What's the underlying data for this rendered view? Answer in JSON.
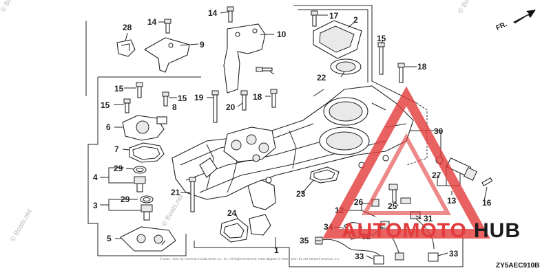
{
  "diagram": {
    "fr_label": "FR.",
    "diagram_code": "ZY5AEC910B",
    "copyright": "© 2004 - 2017 by American Honda Motor Co., Inc. All Rights Reserved. Parts diagram © 2004 - 2017 by ARI Network Services, Inc.",
    "watermarks": [
      "© Boats.net",
      "© Boats.net",
      "© Boats.net",
      "© Boats.net"
    ],
    "brand": {
      "part1": "AUTOMOTO",
      "part2": "HUB",
      "accent": "#e23b3b"
    },
    "callouts": [
      {
        "id": "c1",
        "label": "1"
      },
      {
        "id": "c2",
        "label": "2"
      },
      {
        "id": "c3",
        "label": "3"
      },
      {
        "id": "c4",
        "label": "4"
      },
      {
        "id": "c5",
        "label": "5"
      },
      {
        "id": "c6",
        "label": "6"
      },
      {
        "id": "c7",
        "label": "7"
      },
      {
        "id": "c8",
        "label": "8"
      },
      {
        "id": "c9",
        "label": "9"
      },
      {
        "id": "c10",
        "label": "10"
      },
      {
        "id": "c12",
        "label": "12"
      },
      {
        "id": "c13",
        "label": "13"
      },
      {
        "id": "c14a",
        "label": "14"
      },
      {
        "id": "c14b",
        "label": "14"
      },
      {
        "id": "c15a",
        "label": "15"
      },
      {
        "id": "c15b",
        "label": "15"
      },
      {
        "id": "c15c",
        "label": "15"
      },
      {
        "id": "c15d",
        "label": "15"
      },
      {
        "id": "c16",
        "label": "16"
      },
      {
        "id": "c17",
        "label": "17"
      },
      {
        "id": "c18a",
        "label": "18"
      },
      {
        "id": "c18b",
        "label": "18"
      },
      {
        "id": "c19",
        "label": "19"
      },
      {
        "id": "c20",
        "label": "20"
      },
      {
        "id": "c21",
        "label": "21"
      },
      {
        "id": "c22",
        "label": "22"
      },
      {
        "id": "c23",
        "label": "23"
      },
      {
        "id": "c24",
        "label": "24"
      },
      {
        "id": "c25",
        "label": "25"
      },
      {
        "id": "c26",
        "label": "26"
      },
      {
        "id": "c27",
        "label": "27"
      },
      {
        "id": "c28",
        "label": "28"
      },
      {
        "id": "c29a",
        "label": "29"
      },
      {
        "id": "c29b",
        "label": "29"
      },
      {
        "id": "c30",
        "label": "30"
      },
      {
        "id": "c31",
        "label": "31"
      },
      {
        "id": "c32",
        "label": "32"
      },
      {
        "id": "c33a",
        "label": "33"
      },
      {
        "id": "c33b",
        "label": "33"
      },
      {
        "id": "c34",
        "label": "34"
      },
      {
        "id": "c35",
        "label": "35"
      }
    ]
  }
}
